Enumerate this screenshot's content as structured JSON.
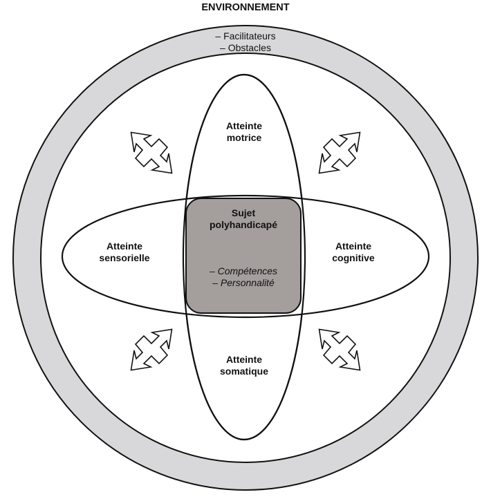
{
  "environment": {
    "title": "ENVIRONNEMENT",
    "items": [
      "– Facilitateurs",
      "– Obstacles"
    ]
  },
  "center": {
    "title_lines": [
      "Sujet",
      "polyhandicapé"
    ],
    "items": [
      "– Compétences",
      "– Personnalité"
    ]
  },
  "impairments": {
    "motor": [
      "Atteinte",
      "motrice"
    ],
    "sensory": [
      "Atteinte",
      "sensorielle"
    ],
    "cognitive": [
      "Atteinte",
      "cognitive"
    ],
    "somatic": [
      "Atteinte",
      "somatique"
    ]
  },
  "colors": {
    "ring_fill": "#d8d7d9",
    "center_fill": "#a49e9c",
    "stroke": "#111111",
    "background": "#ffffff"
  },
  "icons": [
    "four-way-arrow-icon"
  ]
}
